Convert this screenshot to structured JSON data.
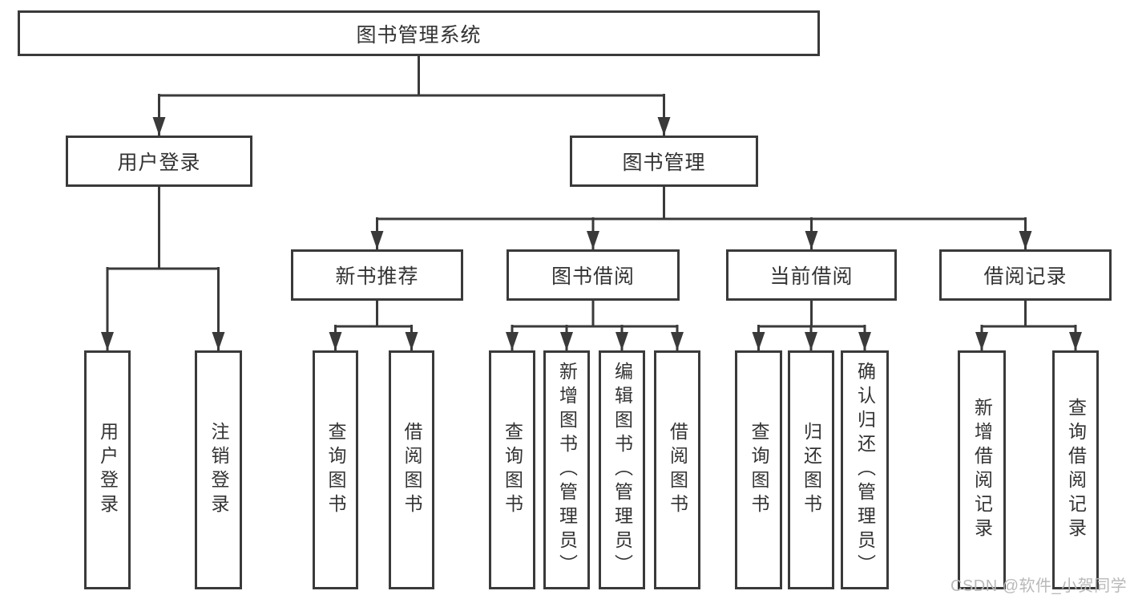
{
  "diagram": {
    "title": "图书管理系统",
    "root": {
      "label": "图书管理系统"
    },
    "level2": [
      {
        "id": "user-login",
        "label": "用户登录"
      },
      {
        "id": "book-management",
        "label": "图书管理"
      }
    ],
    "level3": [
      {
        "id": "new-book-recommend",
        "label": "新书推荐"
      },
      {
        "id": "book-borrow",
        "label": "图书借阅"
      },
      {
        "id": "current-borrow",
        "label": "当前借阅"
      },
      {
        "id": "borrow-record",
        "label": "借阅记录"
      }
    ],
    "leaves": {
      "user_login": [
        "用户登录",
        "注销登录"
      ],
      "new_book": [
        "查询图书",
        "借阅图书"
      ],
      "book_borrow": [
        "查询图书",
        "新增图书（管理员）",
        "编辑图书（管理员）",
        "借阅图书"
      ],
      "current_borrow": [
        "查询图书",
        "归还图书",
        "确认归还（管理员）"
      ],
      "borrow_record": [
        "新增借阅记录",
        "查询借阅记录"
      ]
    }
  },
  "watermark": {
    "text": "CSDN @软件_小贺同学"
  },
  "colors": {
    "line": "#3a3a3a",
    "text": "#333333",
    "watermark": "#b9b9b9",
    "background": "#ffffff"
  }
}
